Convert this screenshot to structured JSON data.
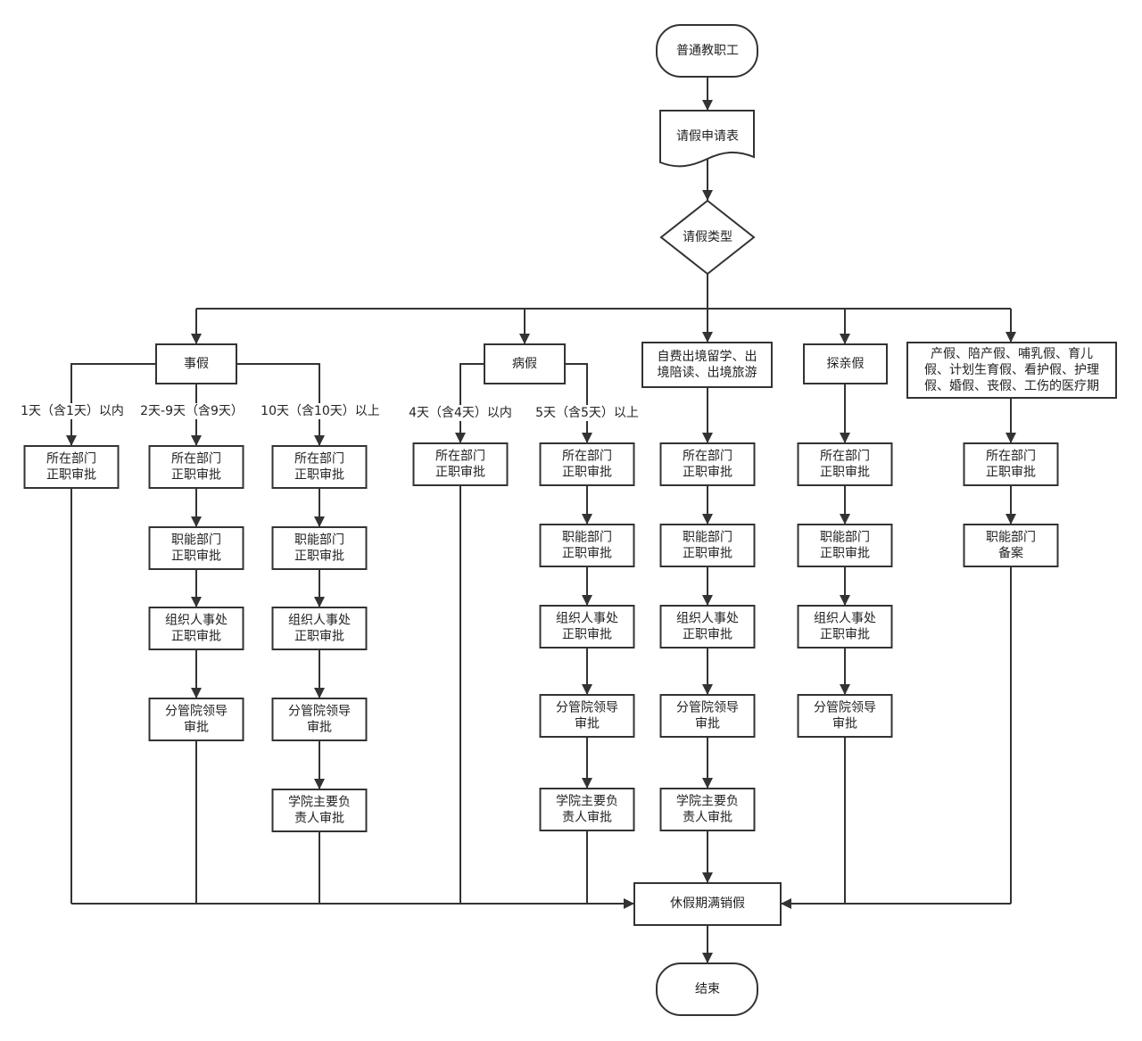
{
  "start": "普通教职工",
  "form": "请假申请表",
  "decision": "请假类型",
  "leave_types": [
    {
      "label": [
        "事假"
      ]
    },
    {
      "label": [
        "病假"
      ]
    },
    {
      "label": [
        "自费出境留学、出",
        "境陪读、出境旅游"
      ]
    },
    {
      "label": [
        "探亲假"
      ]
    },
    {
      "label": [
        "产假、陪产假、哺乳假、育儿",
        "假、计划生育假、看护假、护理",
        "假、婚假、丧假、工伤的医疗期"
      ]
    }
  ],
  "paths": [
    {
      "condition": "1天（含1天）以内",
      "steps": [
        [
          "所在部门",
          "正职审批"
        ]
      ]
    },
    {
      "condition": "2天-9天（含9天）",
      "steps": [
        [
          "所在部门",
          "正职审批"
        ],
        [
          "职能部门",
          "正职审批"
        ],
        [
          "组织人事处",
          "正职审批"
        ],
        [
          "分管院领导",
          "审批"
        ]
      ]
    },
    {
      "condition": "10天（含10天）以上",
      "steps": [
        [
          "所在部门",
          "正职审批"
        ],
        [
          "职能部门",
          "正职审批"
        ],
        [
          "组织人事处",
          "正职审批"
        ],
        [
          "分管院领导",
          "审批"
        ],
        [
          "学院主要负",
          "责人审批"
        ]
      ]
    },
    {
      "condition": "4天（含4天）以内",
      "steps": [
        [
          "所在部门",
          "正职审批"
        ]
      ]
    },
    {
      "condition": "5天（含5天）以上",
      "steps": [
        [
          "所在部门",
          "正职审批"
        ],
        [
          "职能部门",
          "正职审批"
        ],
        [
          "组织人事处",
          "正职审批"
        ],
        [
          "分管院领导",
          "审批"
        ],
        [
          "学院主要负",
          "责人审批"
        ]
      ]
    },
    {
      "steps": [
        [
          "所在部门",
          "正职审批"
        ],
        [
          "职能部门",
          "正职审批"
        ],
        [
          "组织人事处",
          "正职审批"
        ],
        [
          "分管院领导",
          "审批"
        ],
        [
          "学院主要负",
          "责人审批"
        ]
      ]
    },
    {
      "steps": [
        [
          "所在部门",
          "正职审批"
        ],
        [
          "职能部门",
          "正职审批"
        ],
        [
          "组织人事处",
          "正职审批"
        ],
        [
          "分管院领导",
          "审批"
        ]
      ]
    },
    {
      "steps": [
        [
          "所在部门",
          "正职审批"
        ],
        [
          "职能部门",
          "备案"
        ]
      ]
    }
  ],
  "leave_end": "休假期满销假",
  "end": "结束"
}
